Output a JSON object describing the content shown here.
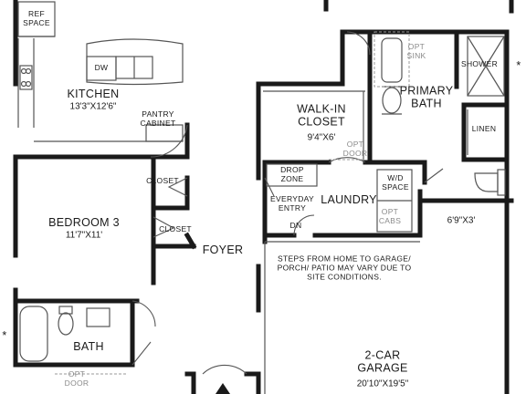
{
  "rooms": {
    "ref_space": "REF\nSPACE",
    "dw": "DW",
    "kitchen_name": "KITCHEN",
    "kitchen_dim": "13'3\"X12'6\"",
    "pantry_cabinet": "PANTRY\nCABINET",
    "walk_in_closet_name": "WALK-IN\nCLOSET",
    "walk_in_closet_dim": "9'4\"X6'",
    "opt_door_closet": "OPT\nDOOR",
    "opt_sink": "OPT\nSINK",
    "shower": "SHOWER",
    "primary_bath": "PRIMARY\nBATH",
    "linen": "LINEN",
    "drop_zone": "DROP\nZONE",
    "everyday_entry": "EVERYDAY\nENTRY",
    "dn": "DN",
    "laundry": "LAUNDRY",
    "wd_space": "W/D\nSPACE",
    "opt_cabs": "OPT\nCABS",
    "porch_dim": "6'9\"X3'",
    "closet_1": "CLOSET",
    "closet_2": "CLOSET",
    "bedroom3_name": "BEDROOM 3",
    "bedroom3_dim": "11'7\"X11'",
    "foyer": "FOYER",
    "garage_note": "STEPS FROM HOME TO GARAGE/\nPORCH/ PATIO MAY VARY DUE TO\nSITE CONDITIONS.",
    "bath": "BATH",
    "opt_door_bath": "OPT\nDOOR",
    "garage_name": "2-CAR\nGARAGE",
    "garage_dim": "20'10\"X19'5\"",
    "asterisk_left": "*",
    "asterisk_right": "*"
  },
  "colors": {
    "wall": "#1a1a1a",
    "fixture": "#555555",
    "dashed": "#9a9a9a",
    "background": "#ffffff"
  }
}
